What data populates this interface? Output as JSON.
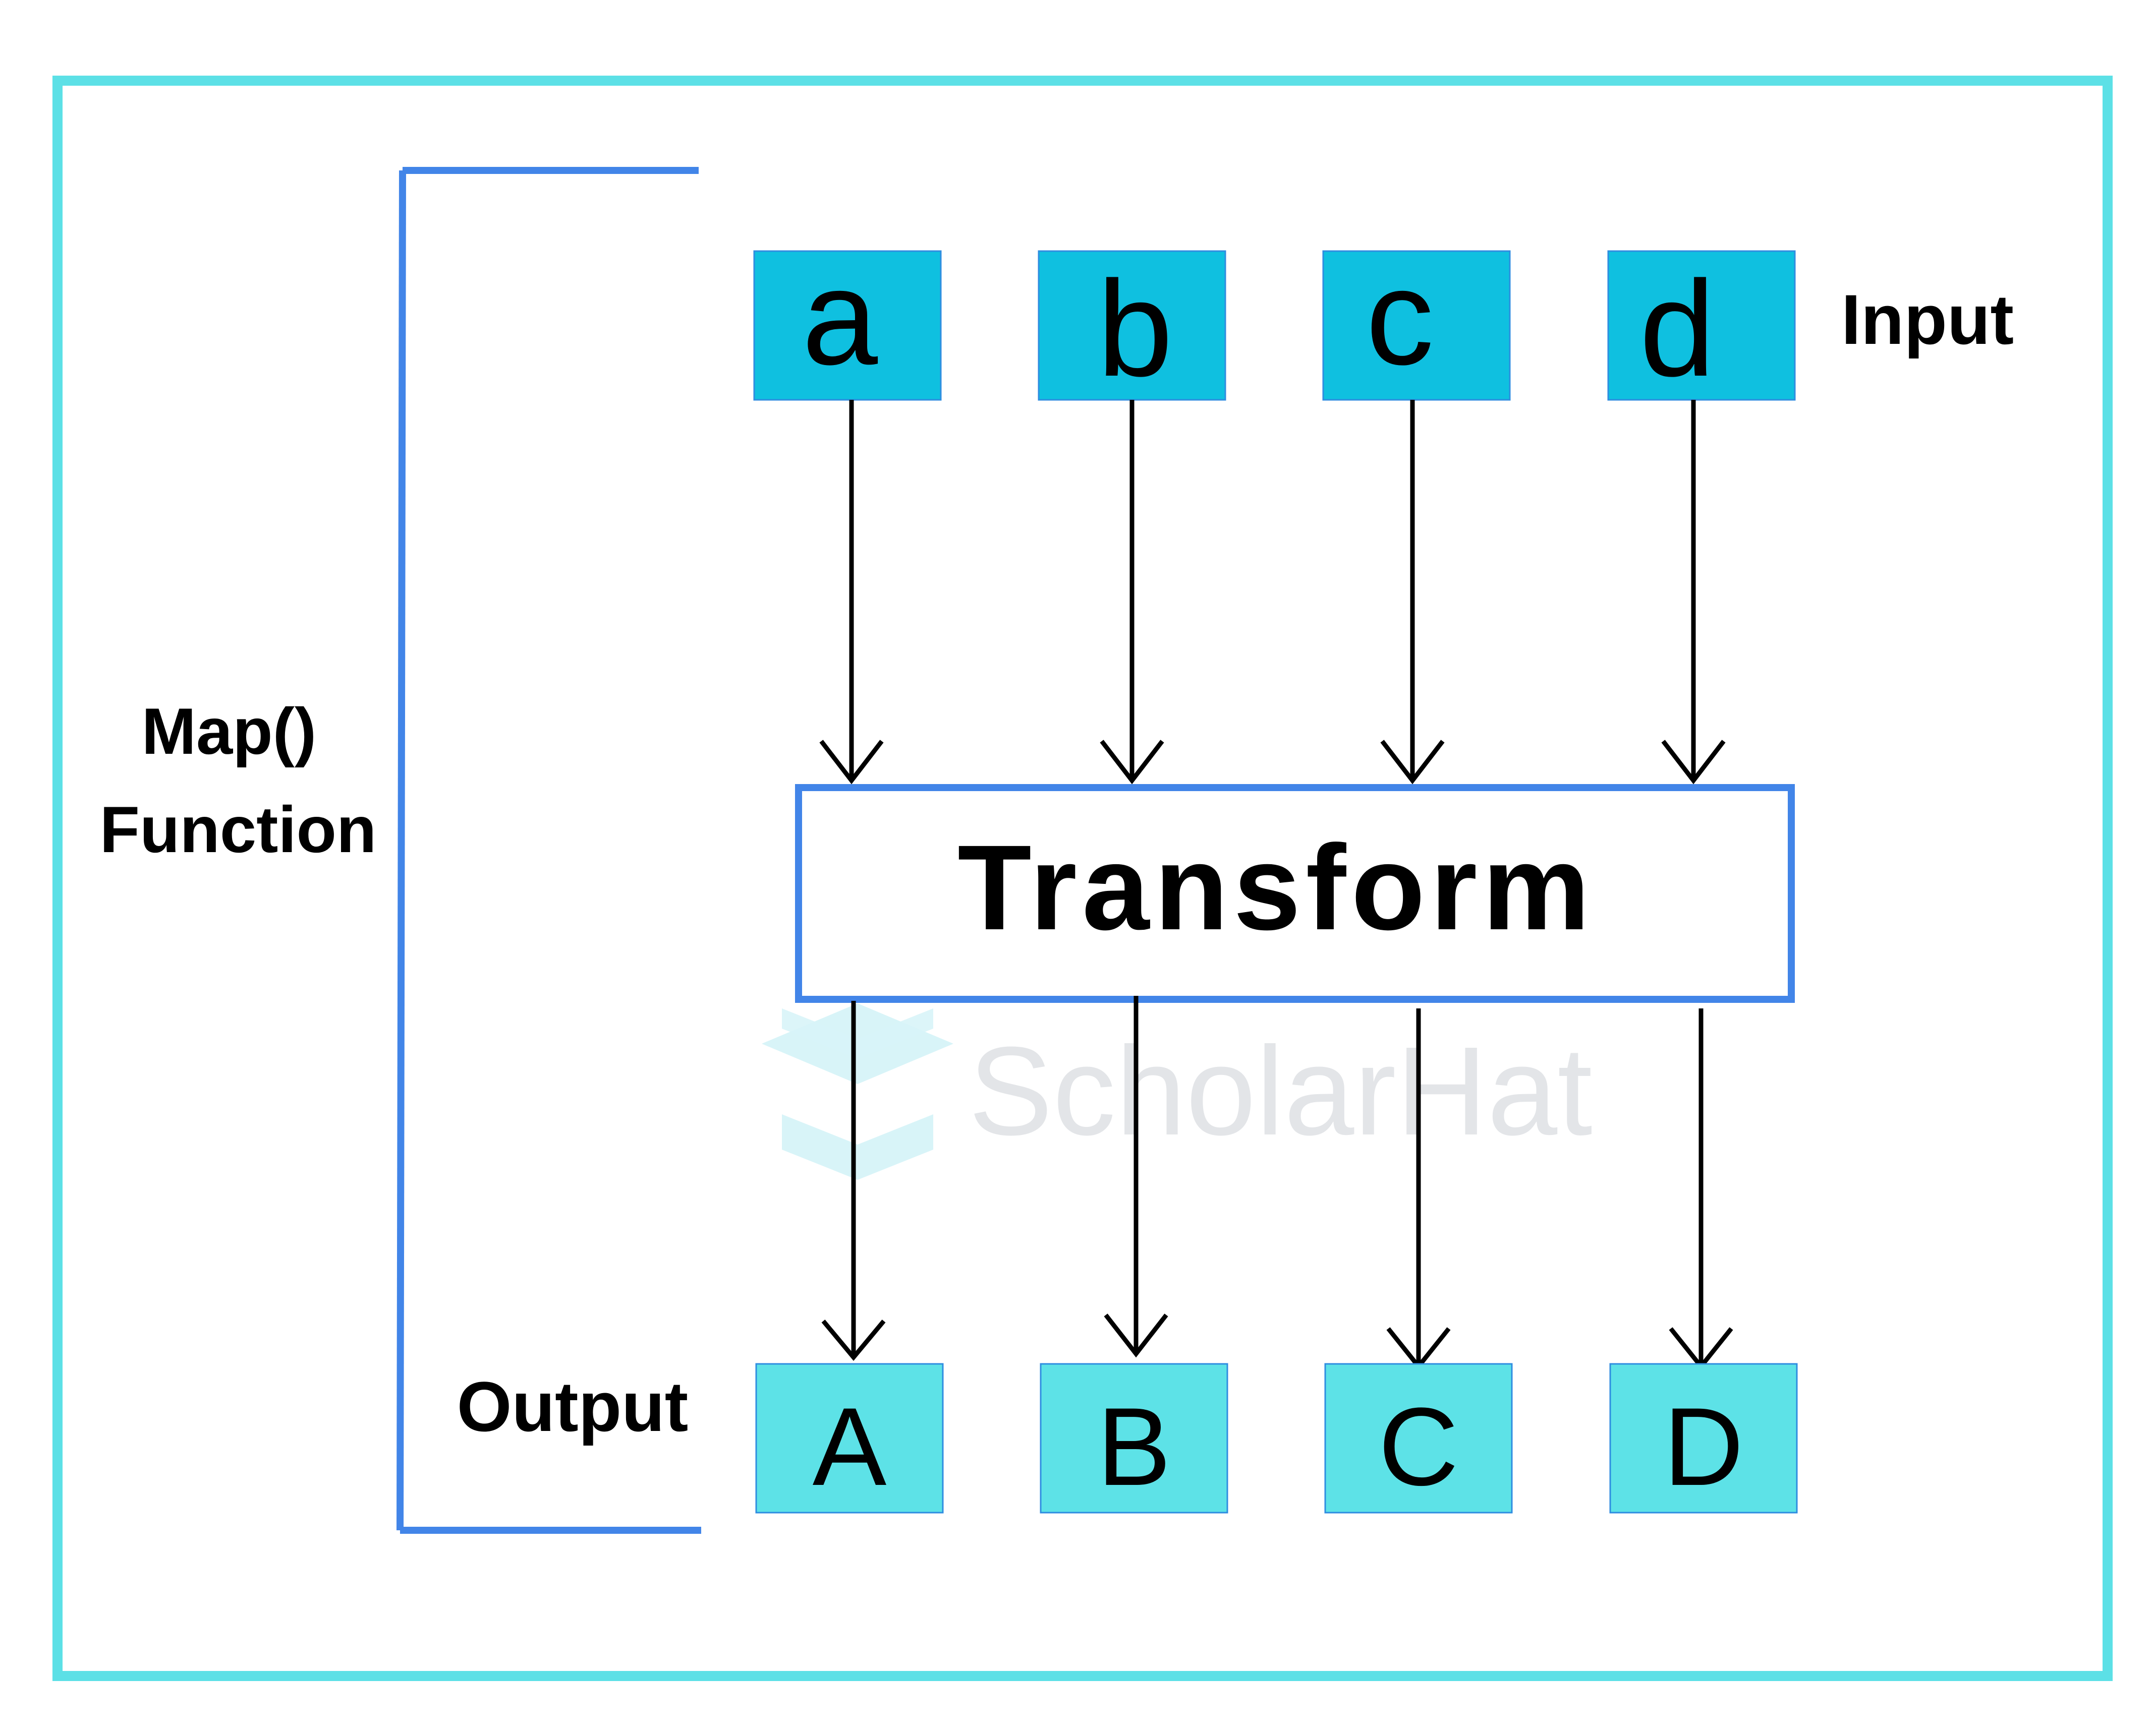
{
  "diagram": {
    "inputs": [
      "a",
      "b",
      "c",
      "d"
    ],
    "outputs": [
      "A",
      "B",
      "C",
      "D"
    ],
    "transform_label": "Transform",
    "input_label": "Input",
    "output_label": "Output",
    "function_label_line1": "Map()",
    "function_label_line2": "Function",
    "watermark": "ScholarHat"
  },
  "colors": {
    "frame": "#5ce0e6",
    "input_box": "#0fc0e0",
    "output_box": "#5de2e7",
    "box_border": "#2f8de0",
    "accent_blue": "#4285e8",
    "arrow": "#000000",
    "watermark_text": "#e3e5e8",
    "watermark_logo": "#d8f4f8"
  }
}
